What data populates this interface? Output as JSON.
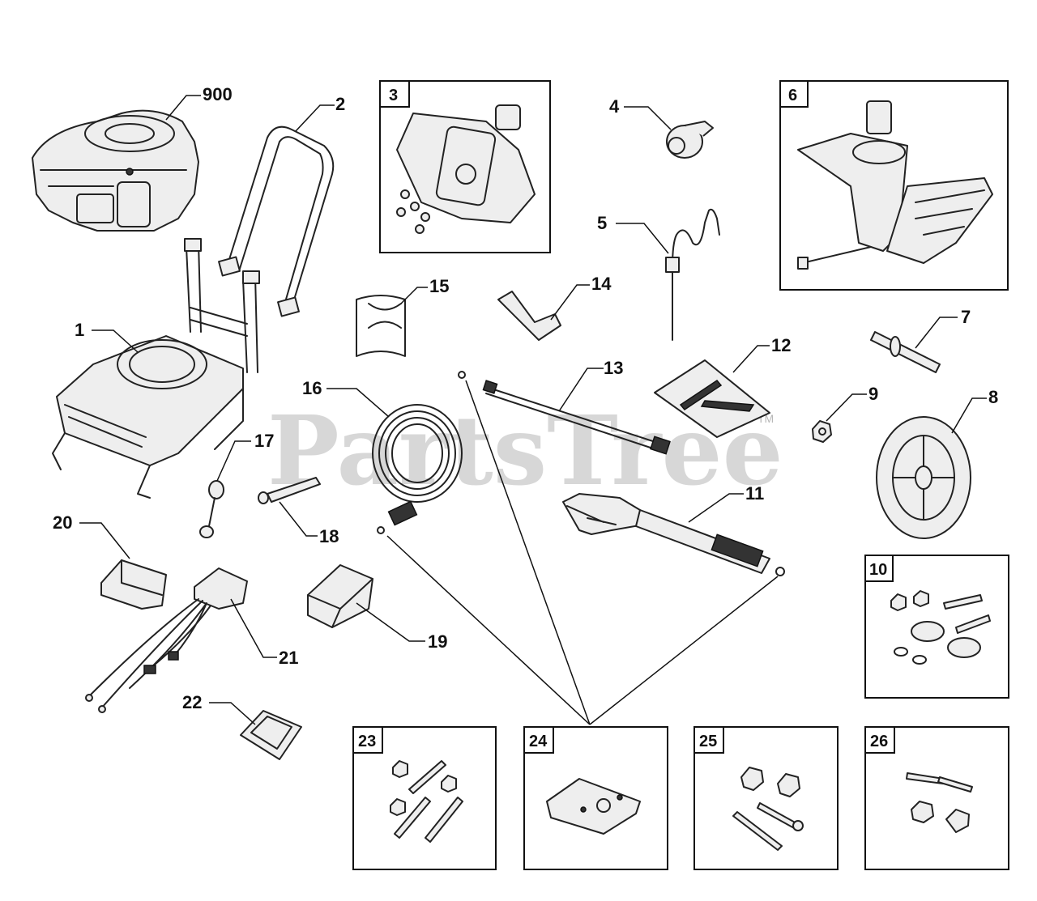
{
  "watermark": {
    "text": "PartsTree",
    "tm": "TM"
  },
  "callouts": {
    "c900": "900",
    "c1": "1",
    "c2": "2",
    "c4": "4",
    "c5": "5",
    "c7": "7",
    "c8": "8",
    "c9": "9",
    "c11": "11",
    "c12": "12",
    "c13": "13",
    "c14": "14",
    "c15": "15",
    "c16": "16",
    "c17": "17",
    "c18": "18",
    "c19": "19",
    "c20": "20",
    "c21": "21",
    "c22": "22"
  },
  "boxes": {
    "b3": "3",
    "b6": "6",
    "b10": "10",
    "b23": "23",
    "b24": "24",
    "b25": "25",
    "b26": "26"
  }
}
